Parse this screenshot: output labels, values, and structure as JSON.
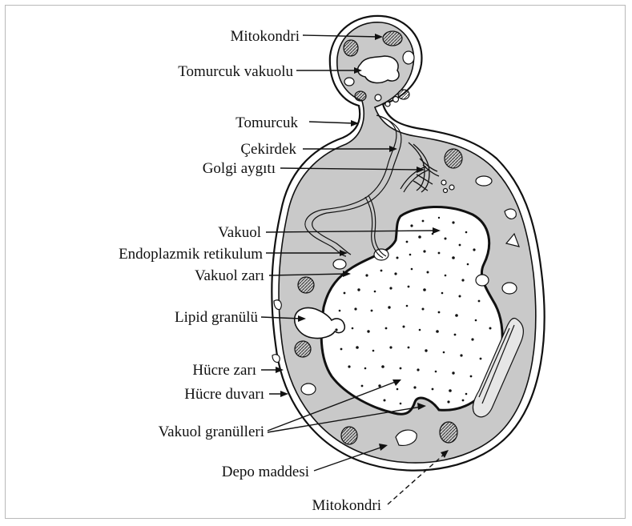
{
  "labels": {
    "mitokondri_top": "Mitokondri",
    "tomurcuk_vakuolu": "Tomurcuk vakuolu",
    "tomurcuk": "Tomurcuk",
    "cekirdek": "Çekirdek",
    "golgi": "Golgi aygıtı",
    "vakuol": "Vakuol",
    "er": "Endoplazmik retikulum",
    "vakuol_zari": "Vakuol zarı",
    "lipid": "Lipid granülü",
    "hucre_zari": "Hücre zarı",
    "hucre_duvari": "Hücre duvarı",
    "vakuol_granulleri": "Vakuol granülleri",
    "depo": "Depo maddesi",
    "mitokondri_bottom": "Mitokondri"
  },
  "colors": {
    "cytoplasm": "#c9c9c9",
    "bud_cytoplasm": "#cfcfcf",
    "vacuole": "#ffffff",
    "outline": "#111111"
  }
}
